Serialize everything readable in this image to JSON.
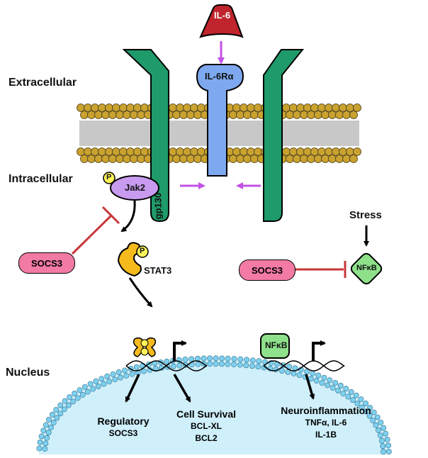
{
  "regions": {
    "extracellular": "Extracellular",
    "intracellular": "Intracellular",
    "nucleus": "Nucleus"
  },
  "ligand": {
    "label": "IL-6"
  },
  "receptor": {
    "label": "IL-6Rα"
  },
  "coreceptor": {
    "label": "gp130"
  },
  "kinase": {
    "label": "Jak2",
    "phospho": "P"
  },
  "stat": {
    "label": "STAT3",
    "phospho": "P"
  },
  "inhibitors": {
    "left": "SOCS3",
    "right": "SOCS3"
  },
  "stress": {
    "label": "Stress"
  },
  "nfkb": {
    "label": "NFκB",
    "nuclear_label": "NFκB"
  },
  "outcomes": {
    "regulatory": {
      "title": "Regulatory",
      "genes": "SOCS3"
    },
    "survival": {
      "title": "Cell Survival",
      "gene1": "BCL-XL",
      "gene2": "BCL2"
    },
    "inflammation": {
      "title": "Neuroinflammation",
      "gene1": "TNFα, IL-6",
      "gene2": "IL-1B"
    }
  },
  "colors": {
    "membrane_head": "#c9a22f",
    "membrane_core": "#c8c8c8",
    "gp130": "#1f9a6a",
    "receptor": "#7ea9f0",
    "ligand": "#c0242c",
    "jak2": "#c89bf0",
    "stat3": "#f5bb1c",
    "socs3": "#f27aa5",
    "nfkb": "#8ee08a",
    "arrow_activation": "#c451e6",
    "inhibition": "#c8363a",
    "nucleus_fill": "#cfeffa",
    "nucleus_bead": "#7fd0ef"
  }
}
